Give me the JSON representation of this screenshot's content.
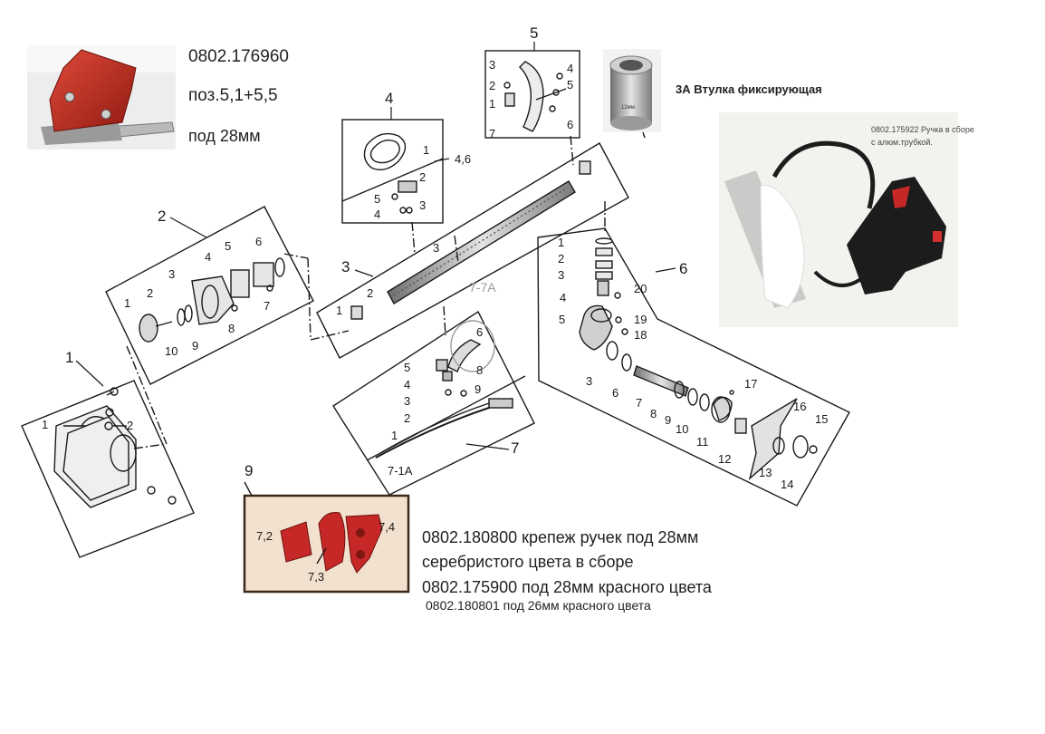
{
  "top_left_note": {
    "code": "0802.176960",
    "positions": "поз.5,1+5,5",
    "size": "под 28мм"
  },
  "bushing_note": {
    "label": "3А Втулка фиксирующая",
    "photo_tag": "12мм"
  },
  "handle_note": {
    "line1": "0802.175922 Ручка в сборе",
    "line2": "с алюм.трубкой."
  },
  "bottom_note": {
    "line1": "0802.180800 крепеж ручек под 28мм",
    "line2": "серебристого цвета в сборе",
    "line3": "0802.175900 под 28мм красного цвета",
    "line4": "0802.180801 под 26мм красного цвета"
  },
  "group_labels": {
    "g1": "1",
    "g2": "2",
    "g3": "3",
    "g4": "4",
    "g5": "5",
    "g6": "6",
    "g7": "7",
    "g9": "9",
    "g46": "4,6",
    "g7_7A": "7-7A",
    "g7_1A": "7-1A"
  },
  "group1_parts": [
    "1",
    "2"
  ],
  "group2_parts": [
    "1",
    "2",
    "3",
    "4",
    "5",
    "6",
    "7",
    "8",
    "9",
    "10"
  ],
  "group3_parts": [
    "1",
    "2",
    "3"
  ],
  "group4_parts": [
    "1",
    "2",
    "3",
    "4",
    "5"
  ],
  "group5_parts": [
    "1",
    "2",
    "3",
    "4",
    "5",
    "6",
    "7"
  ],
  "group6_parts": [
    "1",
    "2",
    "3",
    "4",
    "5",
    "3",
    "6",
    "7",
    "8",
    "9",
    "10",
    "11",
    "12",
    "13",
    "14",
    "15",
    "16",
    "17",
    "18",
    "19",
    "20"
  ],
  "group7_parts": [
    "1",
    "2",
    "3",
    "4",
    "5",
    "6",
    "8",
    "9"
  ],
  "group9_parts": [
    "7,2",
    "7,3",
    "7,4"
  ],
  "colors": {
    "line": "#1a1a1a",
    "red_part": "#c62828",
    "box_bg": "#f3e1cf",
    "box_border": "#3a2a1a",
    "handle_black": "#1c1c1c"
  }
}
